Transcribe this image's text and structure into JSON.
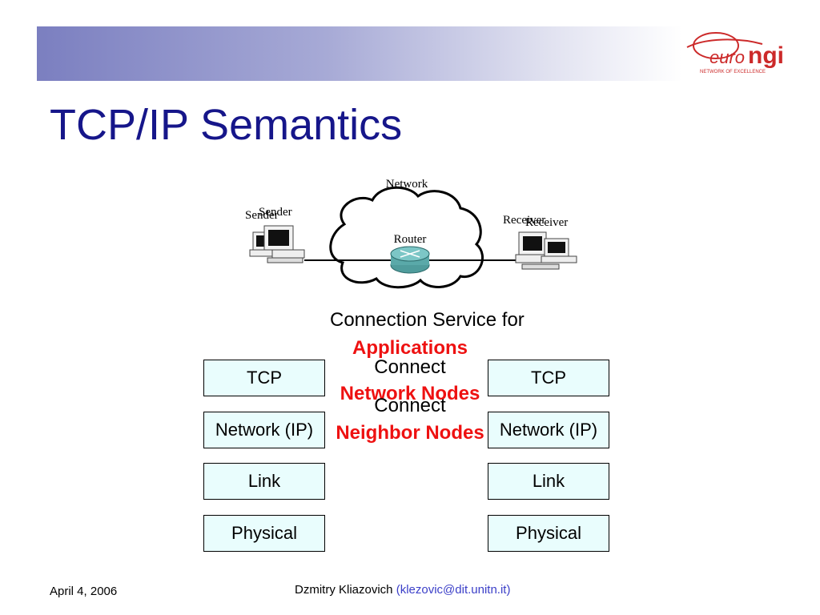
{
  "slide": {
    "title": "TCP/IP Semantics",
    "logo": {
      "text_euro": "euro",
      "text_ngi": "ngi",
      "tagline": "NETWORK OF EXCELLENCE"
    },
    "colors": {
      "title": "#16168a",
      "accent_red": "#ee1111",
      "box_fill": "#e9fdfd",
      "router": "#5aa9a9",
      "email": "#3b3fc8"
    }
  },
  "diagram": {
    "network_label": "Network",
    "router_label": "Router",
    "sender_label_1": "Sender",
    "sender_label_2": "Sender",
    "receiver_label_1": "Receiver",
    "receiver_label_2": "Receiver",
    "icons": [
      "computer-icon",
      "router-icon",
      "cloud-icon"
    ]
  },
  "stack_left": [
    "TCP",
    "Network (IP)",
    "Link",
    "Physical"
  ],
  "stack_right": [
    "TCP",
    "Network (IP)",
    "Link",
    "Physical"
  ],
  "services": {
    "app_line1": "Connection Service for",
    "app_line2": "Applications",
    "net_line1": "Connect",
    "net_line2": "Network Nodes",
    "neighbor_line1": "Connect",
    "neighbor_line2": "Neighbor Nodes"
  },
  "footer": {
    "date": "April 4, 2006",
    "author": "Dzmitry Kliazovich",
    "email": "(klezovic@dit.unitn.it)"
  }
}
